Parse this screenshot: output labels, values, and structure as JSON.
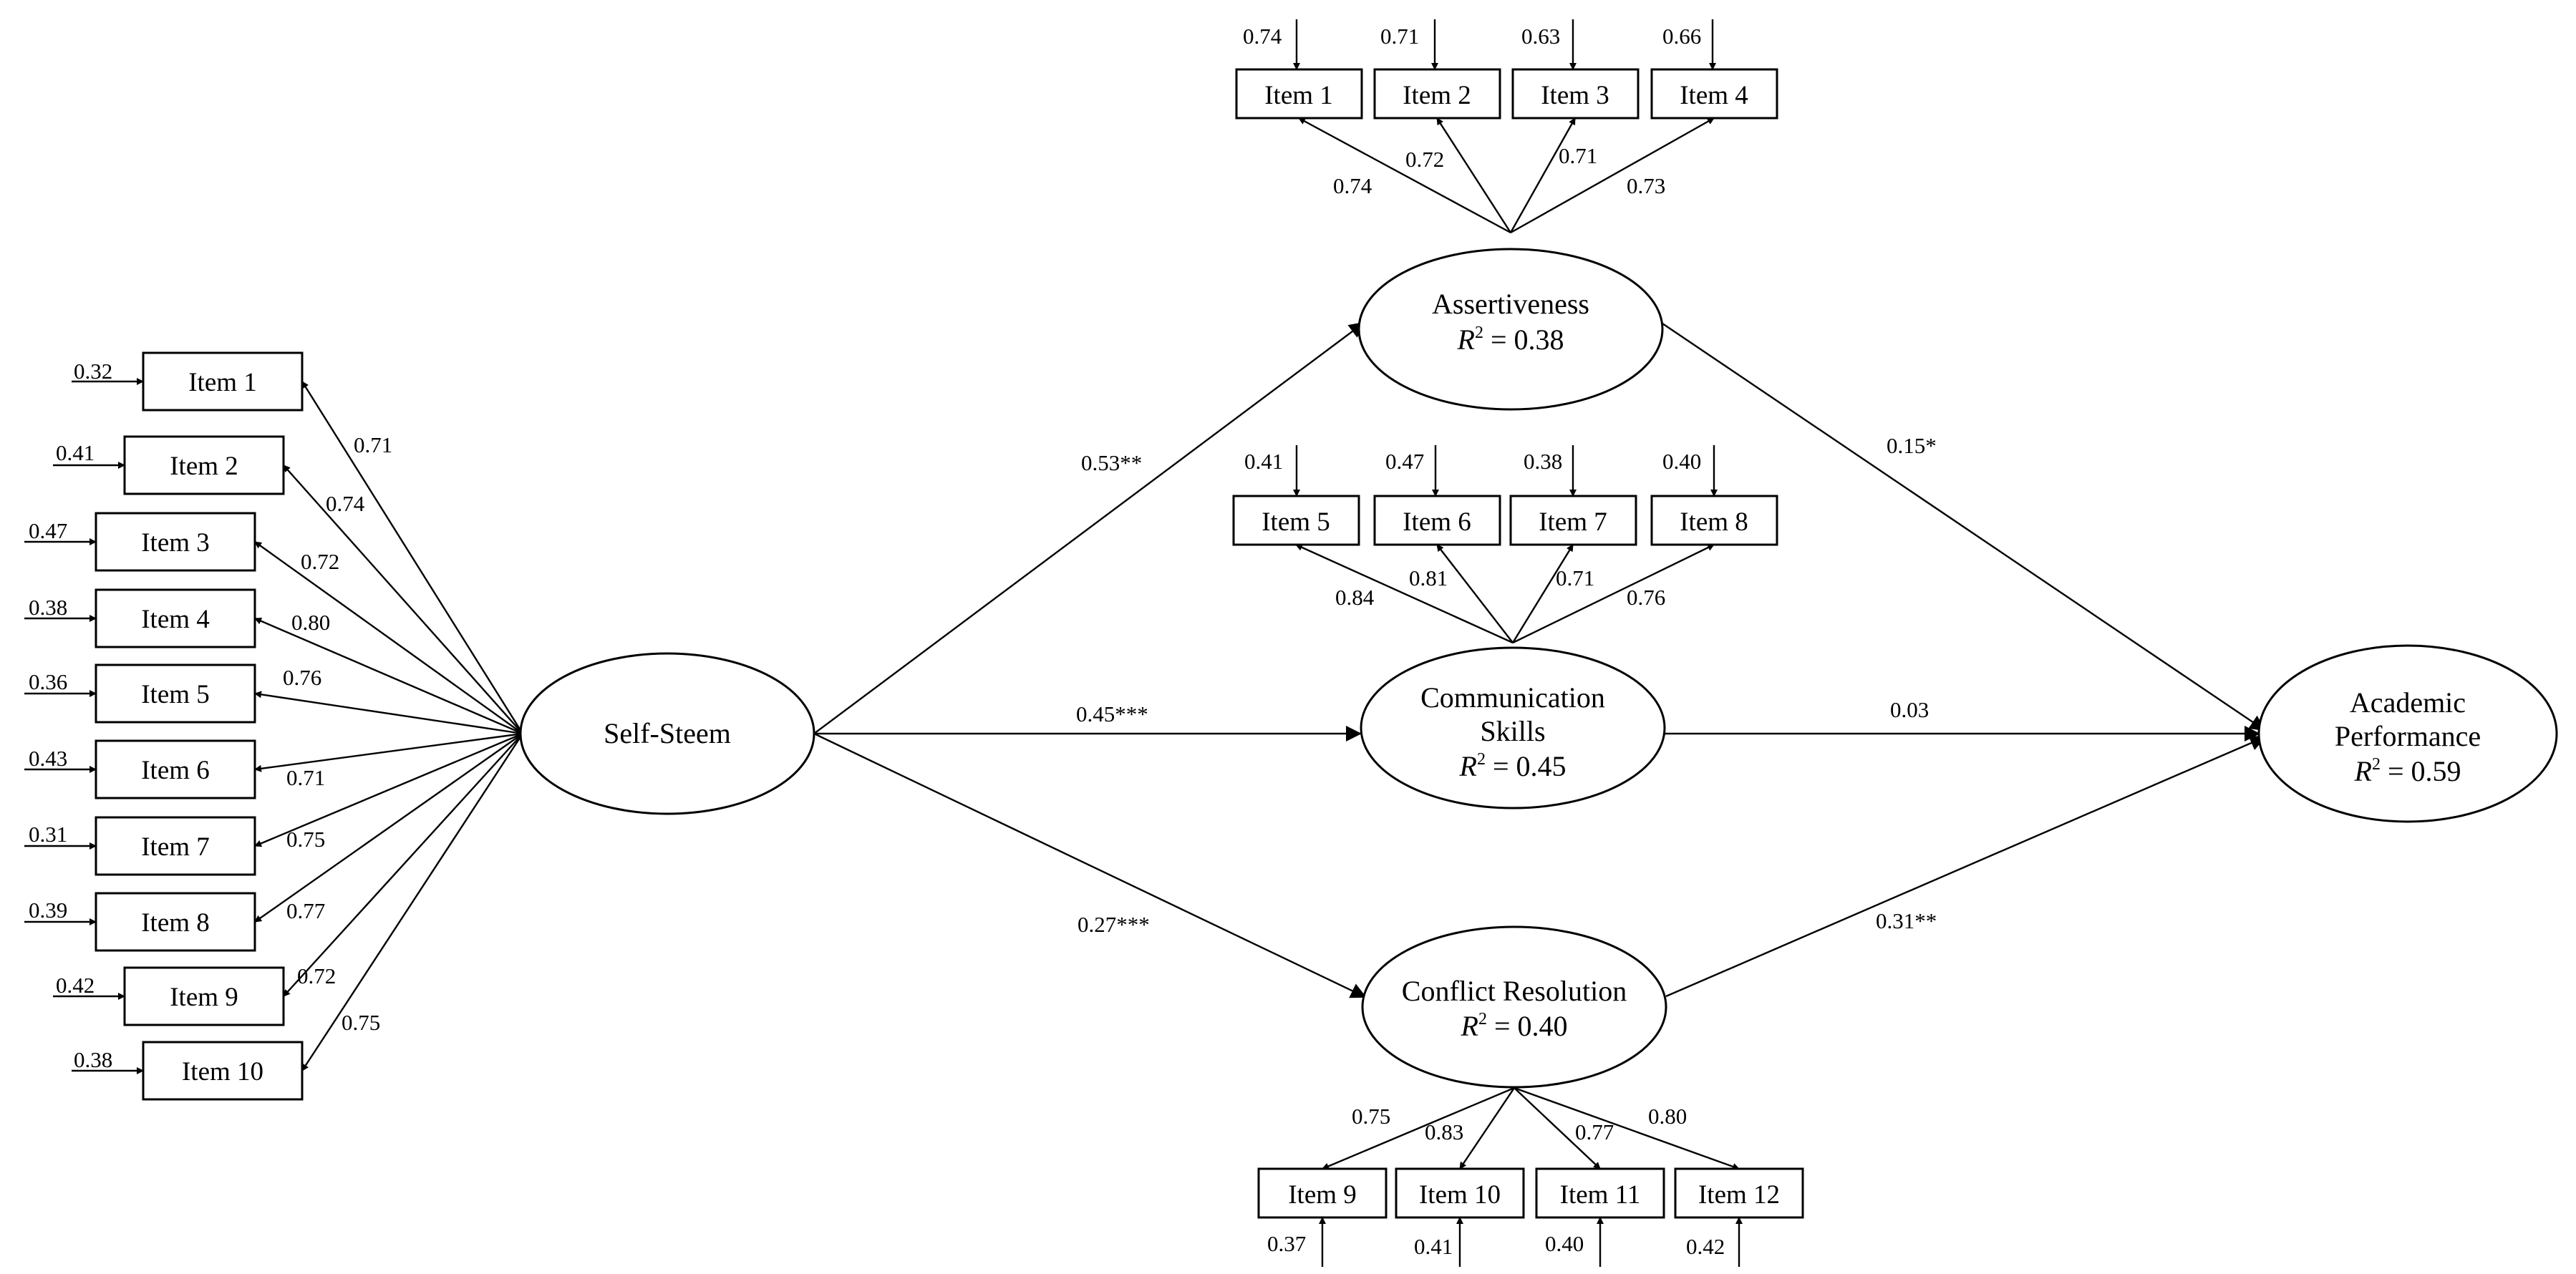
{
  "colors": {
    "stroke": "#000000",
    "background": "#ffffff"
  },
  "latents": {
    "self_esteem": {
      "name": "Self-Steem"
    },
    "assertiveness": {
      "name": "Assertiveness",
      "r2": "0.38"
    },
    "communication": {
      "name_line1": "Communication",
      "name_line2": "Skills",
      "r2": "0.45"
    },
    "conflict": {
      "name": "Conflict Resolution",
      "r2": "0.40"
    },
    "academic": {
      "name_line1": "Academic",
      "name_line2": "Performance",
      "r2": "0.59"
    },
    "r2_symbol": "R",
    "r2_sup": "2",
    "r2_eq": " = "
  },
  "self_esteem_items": [
    {
      "label": "Item  1",
      "error": "0.32",
      "loading": "0.71"
    },
    {
      "label": "Item  2",
      "error": "0.41",
      "loading": "0.74"
    },
    {
      "label": "Item  3",
      "error": "0.47",
      "loading": "0.72"
    },
    {
      "label": "Item  4",
      "error": "0.38",
      "loading": "0.80"
    },
    {
      "label": "Item  5",
      "error": "0.36",
      "loading": "0.76"
    },
    {
      "label": "Item  6",
      "error": "0.43",
      "loading": "0.71"
    },
    {
      "label": "Item  7",
      "error": "0.31",
      "loading": "0.75"
    },
    {
      "label": "Item  8",
      "error": "0.39",
      "loading": "0.77"
    },
    {
      "label": "Item  9",
      "error": "0.42",
      "loading": "0.72"
    },
    {
      "label": "Item  10",
      "error": "0.38",
      "loading": "0.75"
    }
  ],
  "assertiveness_items": [
    {
      "label": "Item  1",
      "error": "0.74",
      "loading": "0.74"
    },
    {
      "label": "Item  2",
      "error": "0.71",
      "loading": "0.72"
    },
    {
      "label": "Item  3",
      "error": "0.63",
      "loading": "0.71"
    },
    {
      "label": "Item  4",
      "error": "0.66",
      "loading": "0.73"
    }
  ],
  "communication_items": [
    {
      "label": "Item  5",
      "error": "0.41",
      "loading": "0.84"
    },
    {
      "label": "Item  6",
      "error": "0.47",
      "loading": "0.81"
    },
    {
      "label": "Item  7",
      "error": "0.38",
      "loading": "0.71"
    },
    {
      "label": "Item  8",
      "error": "0.40",
      "loading": "0.76"
    }
  ],
  "conflict_items": [
    {
      "label": "Item  9",
      "error": "0.37",
      "loading": "0.75"
    },
    {
      "label": "Item  10",
      "error": "0.41",
      "loading": "0.83"
    },
    {
      "label": "Item  11",
      "error": "0.40",
      "loading": "0.77"
    },
    {
      "label": "Item  12",
      "error": "0.42",
      "loading": "0.80"
    }
  ],
  "paths": {
    "se_to_assertiveness": "0.53**",
    "se_to_communication": "0.45***",
    "se_to_conflict": "0.27***",
    "assertiveness_to_academic": "0.15*",
    "communication_to_academic": "0.03",
    "conflict_to_academic": "0.31**"
  }
}
